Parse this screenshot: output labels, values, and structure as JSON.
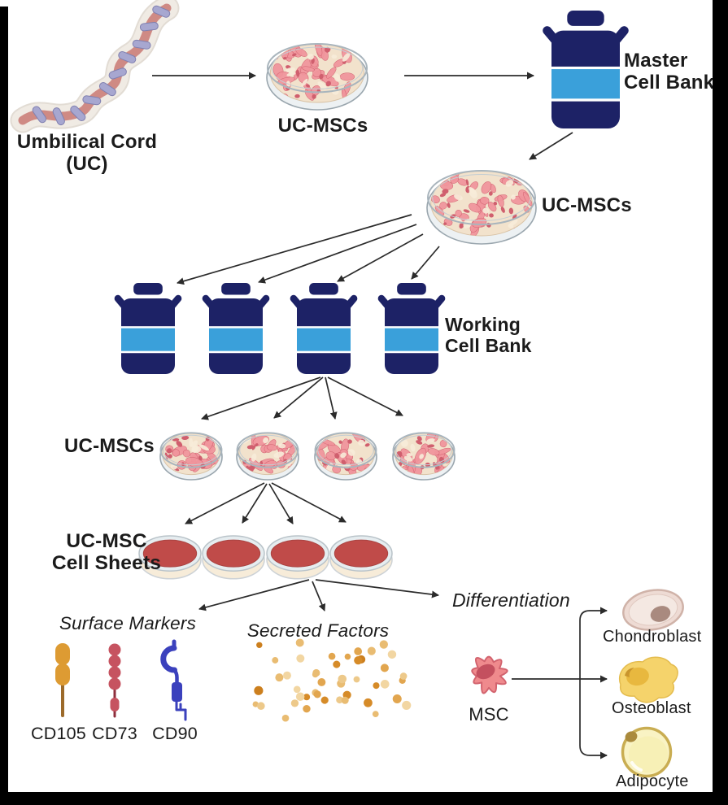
{
  "figure": {
    "labels": {
      "umbilical_cord": {
        "line1": "Umbilical Cord",
        "line2": "(UC)"
      },
      "uc_mscs_top": "UC-MSCs",
      "master_cell_bank": {
        "line1": "Master",
        "line2": "Cell Bank"
      },
      "uc_mscs_mid": "UC-MSCs",
      "working_cell_bank": {
        "line1": "Working",
        "line2": "Cell Bank"
      },
      "uc_mscs_row": "UC-MSCs",
      "cell_sheets": {
        "line1": "UC-MSC",
        "line2": "Cell Sheets"
      },
      "surface_markers": "Surface Markers",
      "secreted_factors": "Secreted Factors",
      "differentiation": "Differentiation",
      "cd105": "CD105",
      "cd73": "CD73",
      "cd90": "CD90",
      "msc": "MSC",
      "chondroblast": "Chondroblast",
      "osteoblast": "Osteoblast",
      "adipocyte": "Adipocyte"
    },
    "counts": {
      "working_cell_bank_tanks": 4,
      "uc_msc_expansion_dishes": 4,
      "cell_sheet_dishes": 4,
      "secreted_factor_dots": 46
    },
    "colors": {
      "text": "#1b1b1b",
      "arrow": "#2b2b2b",
      "border_bar": "#000000",
      "tank_navy": "#1d2266",
      "tank_blue": "#3aa0da",
      "dish_cream": "#f2e2cc",
      "dish_wall": "#edf1f3",
      "dish_rim": "#a9b5bd",
      "cell_pink": "#f0959c",
      "cell_dark_pink": "#d05f6e",
      "sheet_red": "#c04b49",
      "cord_sheath": "#f0ebe4",
      "cord_core": "#cf8a84",
      "cord_vessel": "#a7a7d0",
      "cd105_orange": "#dd9b33",
      "cd105_stem": "#9c6a2a",
      "cd73_red": "#c65360",
      "cd73_stem": "#8e2f3c",
      "cd90_blue": "#3b41bd",
      "msc_pink": "#ef8a8d",
      "msc_nucleus": "#c4505f",
      "chondroblast_fill": "#eedbd4",
      "chondroblast_nucleus": "#a98a7f",
      "osteoblast_fill": "#f5d36b",
      "osteoblast_nucleus": "#e8b83f",
      "adipocyte_fill": "#f9f3c4",
      "adipocyte_rim": "#c9ad52",
      "dot_palette": [
        "#e9bc72",
        "#d68b28",
        "#f2d6a2",
        "#cc7f1e",
        "#edc98a",
        "#e2a64f"
      ]
    },
    "icons": {
      "umbilical-cord-icon": "twisted-cord-illustration",
      "petri-dish-icon": "dish-with-pink-cell-colonies",
      "cryo-tank-icon": "navy-dewar-flask-with-blue-band",
      "cell-sheet-dish-icon": "dish-with-solid-red-cell-sheet",
      "cd105-receptor-icon": "orange-capsule-receptor",
      "cd73-receptor-icon": "red-bead-chain-receptor",
      "cd90-receptor-icon": "blue-hook-receptor",
      "secreted-factors-icon": "orange-dot-cloud",
      "msc-cell-icon": "spiky-pink-cell",
      "chondroblast-icon": "oval-beige-cell",
      "osteoblast-icon": "yellow-blob-cell",
      "adipocyte-icon": "round-yellow-fat-cell"
    }
  }
}
